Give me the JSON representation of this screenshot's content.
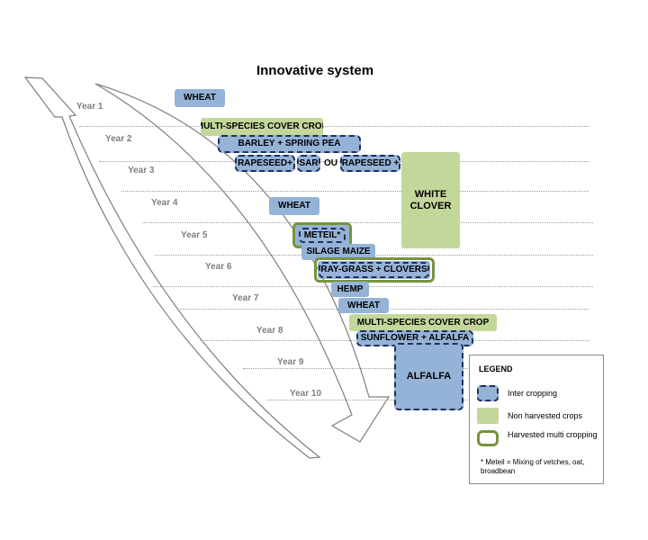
{
  "title": "Innovative system",
  "years": [
    "Year 1",
    "Year 2",
    "Year 3",
    "Year 4",
    "Year 5",
    "Year 6",
    "Year 7",
    "Year 8",
    "Year 9",
    "Year 10"
  ],
  "crops": {
    "wheat_1": "WHEAT",
    "cover_crop_1": "MULTI-SPECIES COVER CROP",
    "barley_pea": "BARLEY + SPRING PEA",
    "rapeseed_1": "RAPESEED+",
    "sar": "SAR",
    "ou": "OU",
    "rapeseed_2": "RAPESEED +",
    "white_clover": "WHITE CLOVER",
    "wheat_2": "WHEAT",
    "meteil": "METEIL*",
    "silage_maize": "SILAGE MAIZE",
    "raygrass_clovers": "RAY-GRASS + CLOVERS",
    "hemp": "HEMP",
    "wheat_3": "WHEAT",
    "cover_crop_2": "MULTI-SPECIES COVER CROP",
    "sunflower_alfalfa": "SUNFLOWER + ALFALFA",
    "alfalfa": "ALFALFA"
  },
  "legend": {
    "title": "LEGEND",
    "inter_cropping": "Inter cropping",
    "non_harvested": "Non harvested crops",
    "harvested_multi": "Harvested multi cropping",
    "note": "* Meteil = Mixing of vetches, oat, broadbean"
  },
  "colors": {
    "crop_blue": "#95b3d7",
    "non_harvested_green": "#c4d79b",
    "inter_cropping_border": "#1f2f5c",
    "harvested_multi_border": "#77933c"
  }
}
